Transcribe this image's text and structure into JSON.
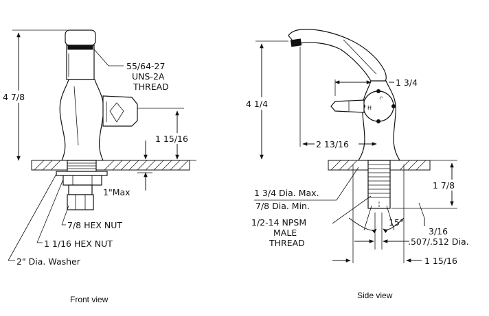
{
  "front_view": {
    "caption": "Front view",
    "dim_overall_height": "4 7/8",
    "callout_thread": [
      "55/64-27",
      "UNS-2A",
      "THREAD"
    ],
    "dim_outlet_height": "1 15/16",
    "dim_max_thickness": "1\"Max",
    "callout_hex_nut_small": "7/8 HEX NUT",
    "callout_hex_nut_large": "1 1/16 HEX NUT",
    "callout_washer": "2\" Dia. Washer"
  },
  "side_view": {
    "caption": "Side view",
    "dim_overall_height": "4 1/4",
    "dim_handle_offset": "1 3/4",
    "dim_spout_reach": "2 13/16",
    "dim_shank_max": "1 3/4 Dia. Max.",
    "dim_shank_min": "7/8 Dia. Min.",
    "callout_thread": [
      "1/2-14 NPSM",
      "MALE",
      "THREAD"
    ],
    "dim_angle": "15°",
    "dim_shank_length": "1 7/8",
    "dim_tip": "3/16",
    "dim_tip_dia": ".507/.512 Dia.",
    "dim_shank_width": "1 15/16"
  }
}
